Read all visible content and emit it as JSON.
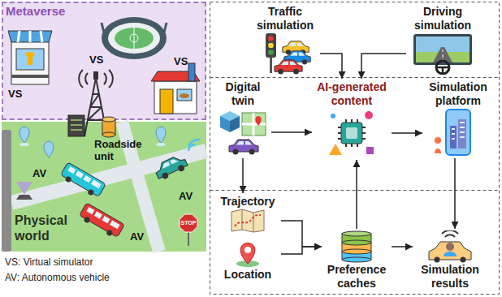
{
  "diagram": {
    "nodes": [
      {
        "text": [
          "Metaverse"
        ]
      },
      {
        "text": [
          "Physical world"
        ]
      },
      {
        "text": [
          "Traffic simulation"
        ]
      },
      {
        "text": [
          "Driving simulation"
        ]
      },
      {
        "text": [
          "Digital twin"
        ]
      },
      {
        "text": [
          "AI-generated content"
        ]
      },
      {
        "text": [
          "Simulation platform"
        ]
      },
      {
        "text": [
          "Trajectory"
        ]
      },
      {
        "text": [
          "Location"
        ]
      },
      {
        "text": [
          "Preference caches"
        ]
      },
      {
        "text": [
          "Simulation results"
        ]
      }
    ],
    "edges": [
      {
        "from": 2,
        "to": 5,
        "arrow": "to"
      },
      {
        "from": 3,
        "to": 5,
        "arrow": "to"
      },
      {
        "from": 4,
        "to": 5,
        "arrow": "to"
      },
      {
        "from": 4,
        "to": 7,
        "arrow": "to"
      },
      {
        "from": 5,
        "to": 6,
        "arrow": "to"
      },
      {
        "from": 6,
        "to": 10,
        "arrow": "to"
      },
      {
        "from": 7,
        "to": 9,
        "arrow": "to"
      },
      {
        "from": 8,
        "to": 9,
        "arrow": "to"
      },
      {
        "from": 9,
        "to": 5,
        "arrow": "to"
      },
      {
        "from": 9,
        "to": 10,
        "arrow": "to"
      }
    ],
    "labels": [
      "VS",
      "VS",
      "VS",
      "Roadside unit",
      "AV",
      "AV",
      "STOP",
      "AV",
      "VS: Virtual simulator",
      "AV: Autonomous vehicle"
    ]
  }
}
